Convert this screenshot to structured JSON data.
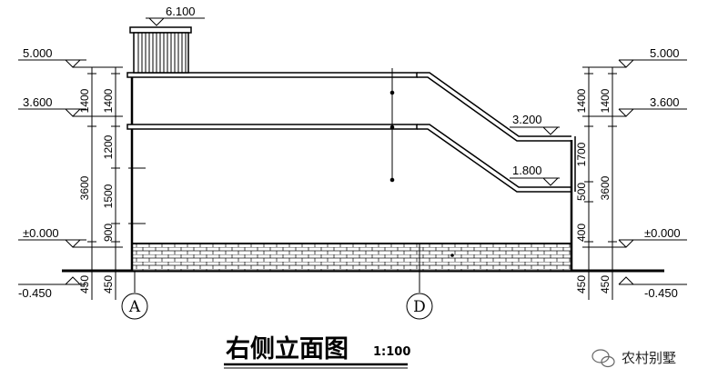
{
  "title": "右侧立面图",
  "scale": "1:100",
  "watermark": "农村别墅",
  "levels": {
    "chimney_top": "6.100",
    "left_roof": "5.000",
    "left_floor2": "3.600",
    "left_ground": "±0.000",
    "left_bottom": "-0.450",
    "right_roof": "5.000",
    "right_floor2": "3.600",
    "stair_upper": "3.200",
    "stair_lower": "1.800",
    "right_ground": "±0.000",
    "right_bottom": "-0.450"
  },
  "left_dims": {
    "outer": [
      "1400",
      "3600",
      "450"
    ],
    "inner": [
      "1400",
      "1200",
      "1500",
      "900",
      "450"
    ]
  },
  "right_dims": {
    "outer": [
      "1400",
      "3600",
      "450"
    ],
    "inner": [
      "1400",
      "1700",
      "500",
      "400",
      "450"
    ]
  },
  "axes": {
    "left": "A",
    "right": "D"
  }
}
